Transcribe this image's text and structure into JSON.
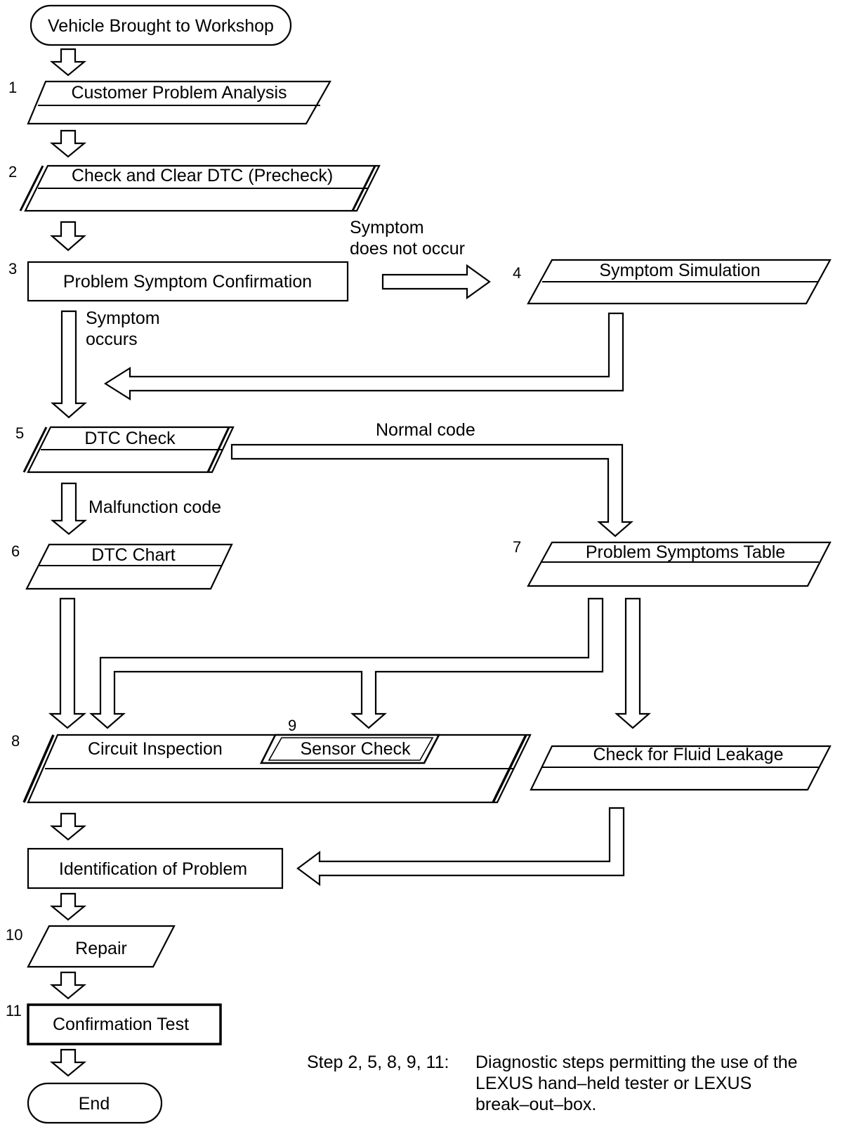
{
  "start": "Vehicle Brought to Workshop",
  "steps": {
    "s1": {
      "num": "1",
      "label": "Customer Problem Analysis"
    },
    "s2": {
      "num": "2",
      "label": "Check and Clear DTC (Precheck)"
    },
    "s3": {
      "num": "3",
      "label": "Problem Symptom Confirmation"
    },
    "s4": {
      "num": "4",
      "label": "Symptom Simulation"
    },
    "s5": {
      "num": "5",
      "label": "DTC Check"
    },
    "s6": {
      "num": "6",
      "label": "DTC Chart"
    },
    "s7": {
      "num": "7",
      "label": "Problem Symptoms Table"
    },
    "s8": {
      "num": "8",
      "label": "Circuit Inspection"
    },
    "s9": {
      "num": "9",
      "label": "Sensor Check"
    },
    "fluid": {
      "label": "Check for Fluid Leakage"
    },
    "ident": {
      "label": "Identification of Problem"
    },
    "s10": {
      "num": "10",
      "label": "Repair"
    },
    "s11": {
      "num": "11",
      "label": "Confirmation Test"
    }
  },
  "end": "End",
  "branches": {
    "not_occur_1": "Symptom",
    "not_occur_2": "does not occur",
    "occurs_1": "Symptom",
    "occurs_2": "occurs",
    "normal": "Normal code",
    "malfunction": "Malfunction code"
  },
  "note": {
    "steps": "Step 2, 5, 8, 9, 11:",
    "line1": "Diagnostic steps permitting the use of the",
    "line2": "LEXUS hand–held tester or LEXUS",
    "line3": "break–out–box."
  }
}
